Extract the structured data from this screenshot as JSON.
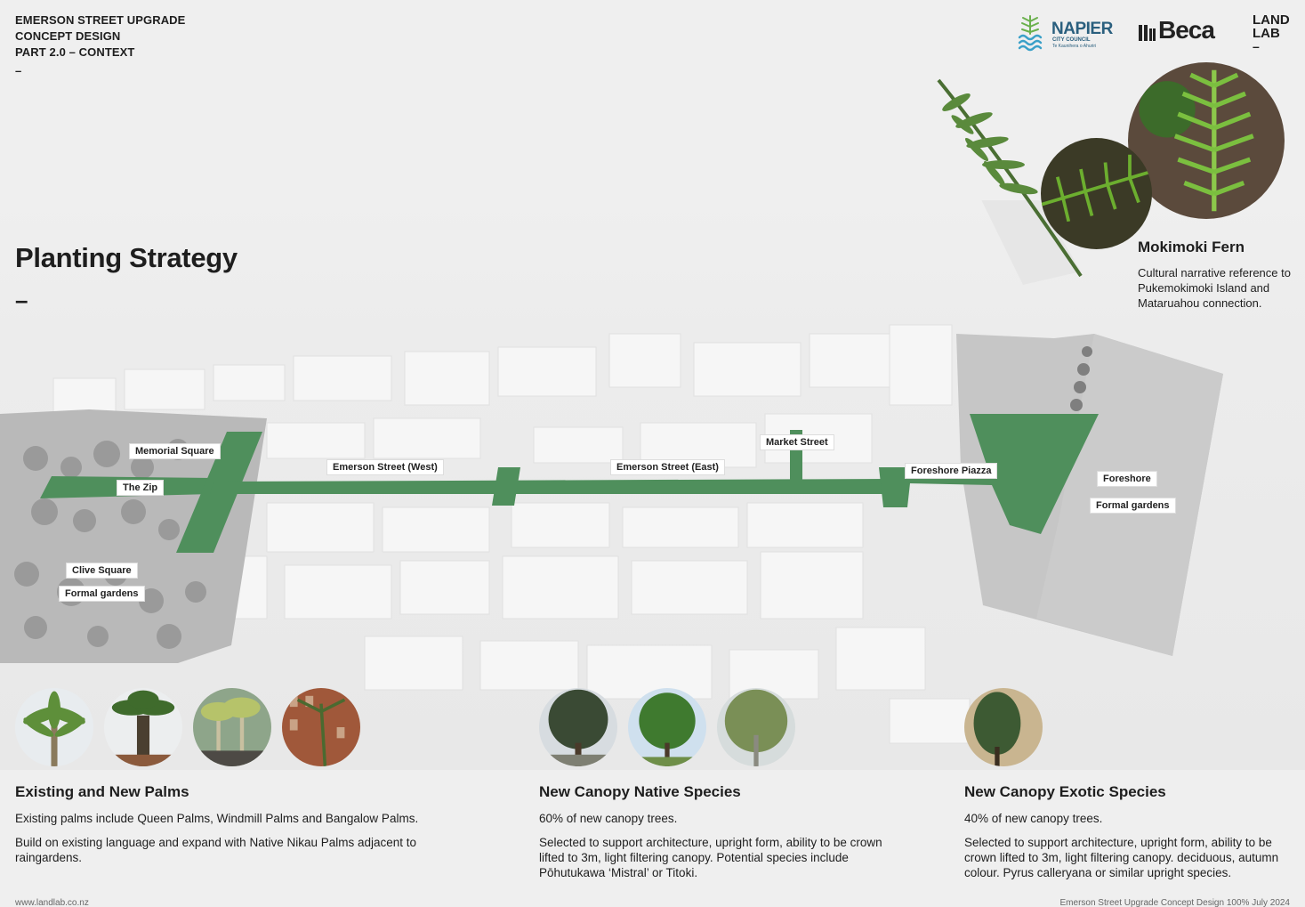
{
  "header": {
    "line1": "EMERSON STREET UPGRADE",
    "line2": "CONCEPT DESIGN",
    "line3": "PART 2.0 – CONTEXT",
    "dash": "–"
  },
  "logos": {
    "napier_name": "NAPIER",
    "napier_sub": "CITY COUNCIL",
    "napier_tag": "Te Kaunihera o Ahuriri",
    "beca_name": "Beca",
    "landlab_line1": "LAND",
    "landlab_line2": "LAB",
    "landlab_dash": "–"
  },
  "page": {
    "title": "Planting Strategy",
    "title_dash": "–"
  },
  "map_labels": {
    "memorial_square": "Memorial Square",
    "the_zip": "The Zip",
    "clive_square": "Clive Square",
    "formal_gardens_left": "Formal gardens",
    "emerson_west": "Emerson Street (West)",
    "emerson_east": "Emerson Street (East)",
    "market_street": "Market Street",
    "foreshore_piazza": "Foreshore Piazza",
    "foreshore": "Foreshore",
    "formal_gardens_right": "Formal gardens"
  },
  "fern": {
    "title": "Mokimoki Fern",
    "description": "Cultural narrative reference to Pukemokimoki Island and Mataruahou connection."
  },
  "columns": {
    "palms": {
      "heading": "Existing and New Palms",
      "p1": "Existing palms include Queen Palms, Windmill Palms and Bangalow Palms.",
      "p2": "Build on existing language and expand with Native Nikau Palms adjacent to raingardens."
    },
    "native": {
      "heading": "New Canopy Native Species",
      "p1": "60% of new canopy trees.",
      "p2": "Selected to support architecture, upright form, ability to be crown lifted to 3m, light filtering canopy. Potential species include Pōhutukawa ‘Mistral’ or Titoki."
    },
    "exotic": {
      "heading": "New Canopy Exotic Species",
      "p1": "40% of new canopy trees.",
      "p2": "Selected to support architecture, upright form, ability to be crown lifted to 3m, light filtering canopy. deciduous, autumn colour. Pyrus calleryana or similar upright species."
    }
  },
  "footer": {
    "left": "www.landlab.co.nz",
    "right": "Emerson Street Upgrade   Concept Design 100%   July 2024"
  },
  "colors": {
    "street_green": "#4f8f5c",
    "background": "#efefef",
    "building": "#f7f7f7",
    "park_grey": "#a9a9a9"
  }
}
